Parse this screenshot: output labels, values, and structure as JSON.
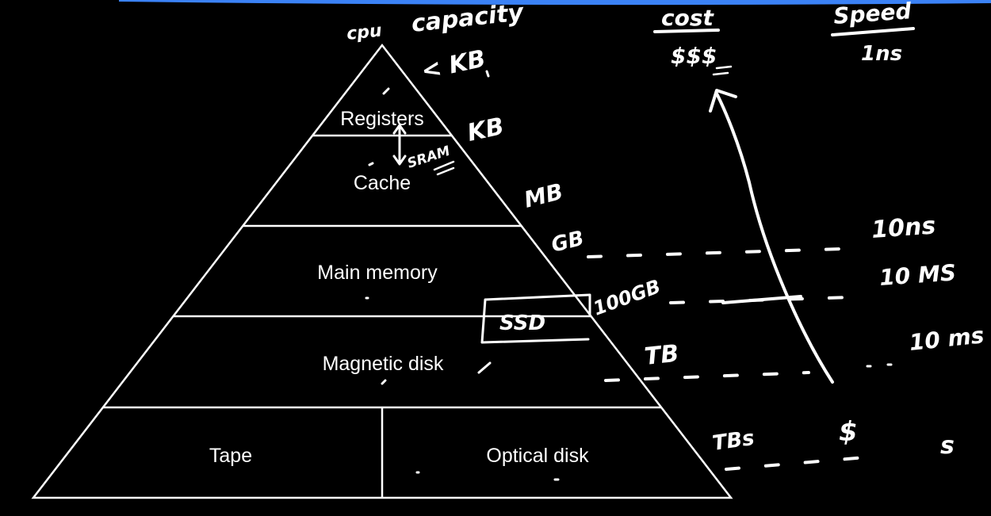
{
  "colors": {
    "background": "#000000",
    "ink": "#ffffff",
    "top_bar": "#3b82f6"
  },
  "pyramid": {
    "levels": [
      "Registers",
      "Cache",
      "Main memory",
      "Magnetic disk"
    ],
    "bottom_left": "Tape",
    "bottom_right": "Optical disk"
  },
  "annotations": {
    "cpu": "cpu",
    "capacity_header": "capacity",
    "cost_header": "cost",
    "speed_header": "Speed",
    "cost_top": "$$$",
    "speed_top": "1ns",
    "capacities": [
      "< KB",
      "KB",
      "MB",
      "GB",
      "100GB",
      "TB",
      "TBs"
    ],
    "sram": "SRAM",
    "ssd": "SSD",
    "speeds": [
      "10ns",
      "10 MS",
      "10 ms",
      "s"
    ],
    "cost_bottom": "$"
  }
}
